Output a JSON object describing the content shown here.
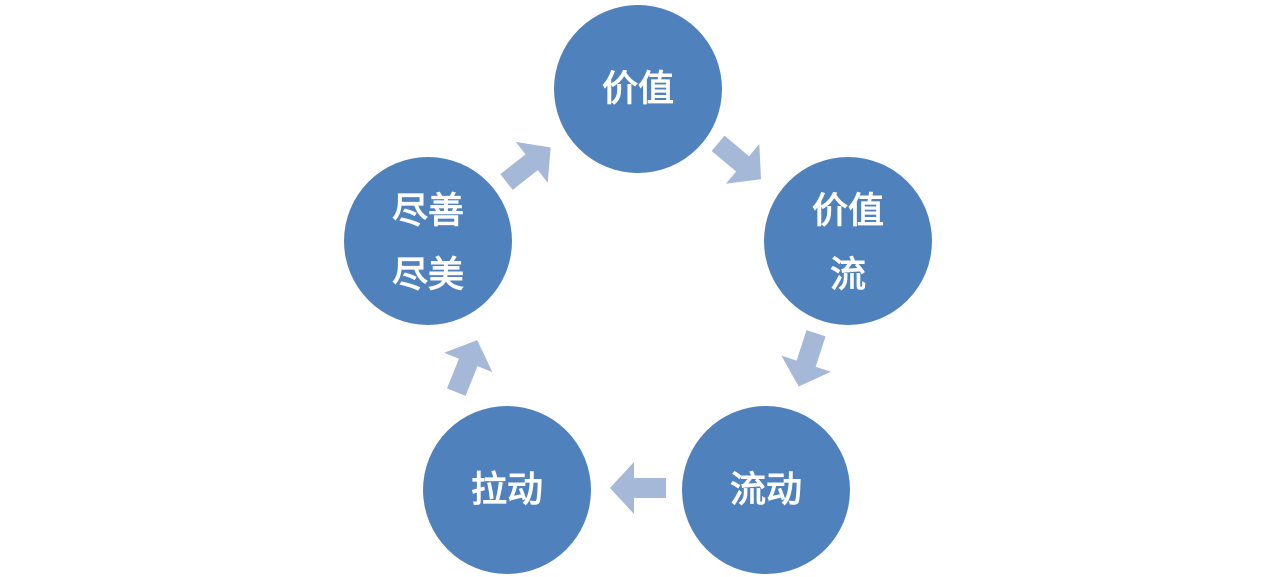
{
  "diagram": {
    "colors": {
      "node_fill": "#4f81bd",
      "arrow_fill": "#a5b8d8",
      "label": "#ffffff",
      "background": "#ffffff"
    },
    "nodes": [
      {
        "id": "value",
        "lines": [
          "价值"
        ]
      },
      {
        "id": "value-stream",
        "lines": [
          "价值",
          "流"
        ]
      },
      {
        "id": "flow",
        "lines": [
          "流动"
        ]
      },
      {
        "id": "pull",
        "lines": [
          "拉动"
        ]
      },
      {
        "id": "perfection",
        "lines": [
          "尽善",
          "尽美"
        ]
      }
    ],
    "arrows": [
      {
        "from": "value",
        "to": "value-stream"
      },
      {
        "from": "value-stream",
        "to": "flow"
      },
      {
        "from": "flow",
        "to": "pull"
      },
      {
        "from": "pull",
        "to": "perfection"
      },
      {
        "from": "perfection",
        "to": "value"
      }
    ]
  }
}
